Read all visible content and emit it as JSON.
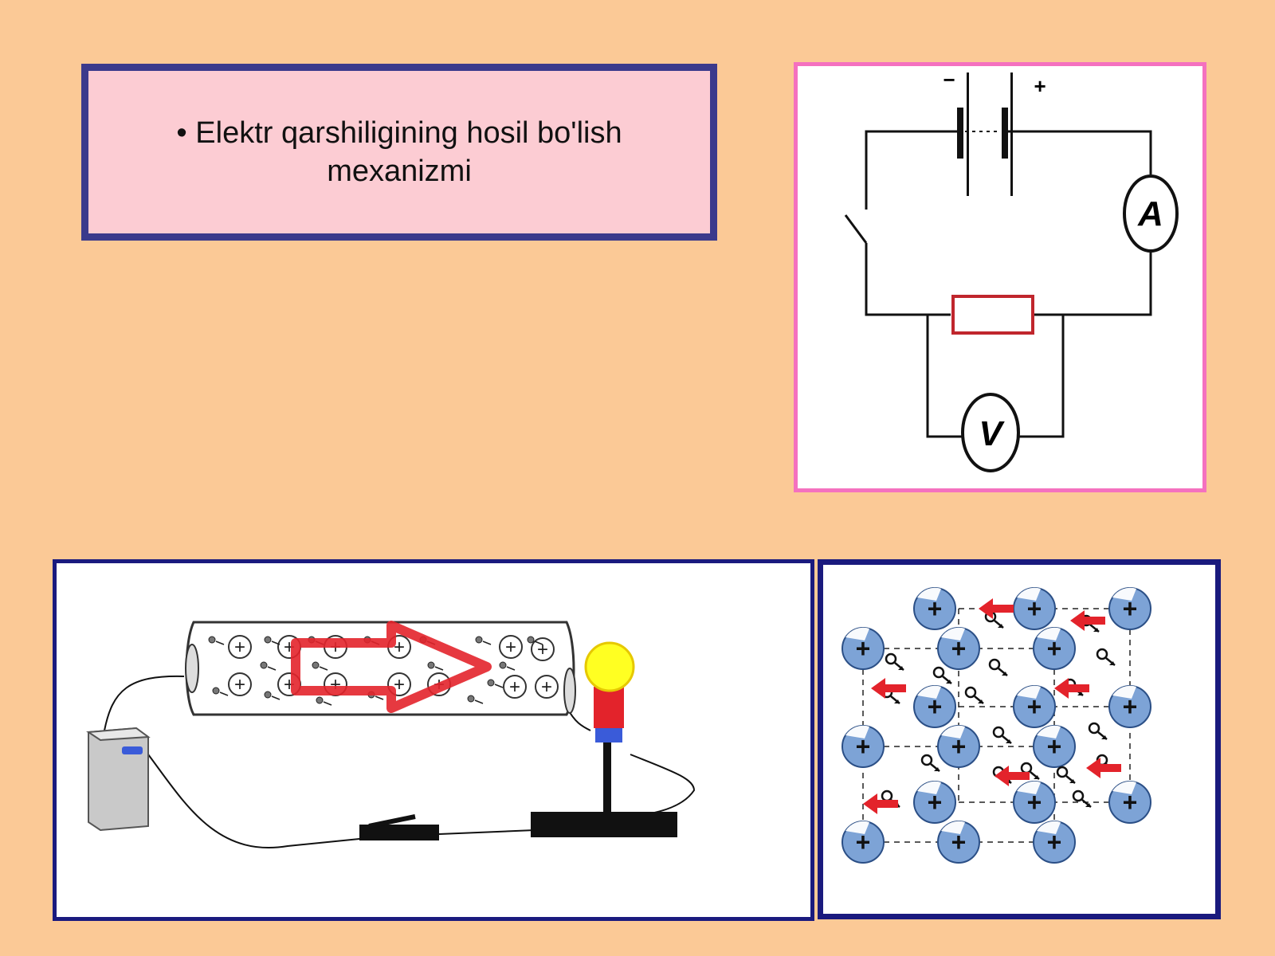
{
  "title": {
    "bullet": "•",
    "text": "Elektr qarshiligining hosil bo'lish mexanizmi"
  },
  "circuit": {
    "battery_minus": "−",
    "battery_plus": "+",
    "ammeter_label": "A",
    "voltmeter_label": "V"
  },
  "wire_diagram": {
    "ion_symbol": "+"
  },
  "lattice": {
    "ion_symbol": "+"
  },
  "colors": {
    "background": "#fbc996",
    "title_fill": "#fcccd3",
    "title_border": "#3b3a8c",
    "circuit_border": "#f471bf",
    "panel_border": "#1a1a7e",
    "resistor": "#c0262d",
    "arrow_red": "#e3232b",
    "ion_blue": "#7da3d6",
    "bulb_yellow": "#ffff22"
  }
}
